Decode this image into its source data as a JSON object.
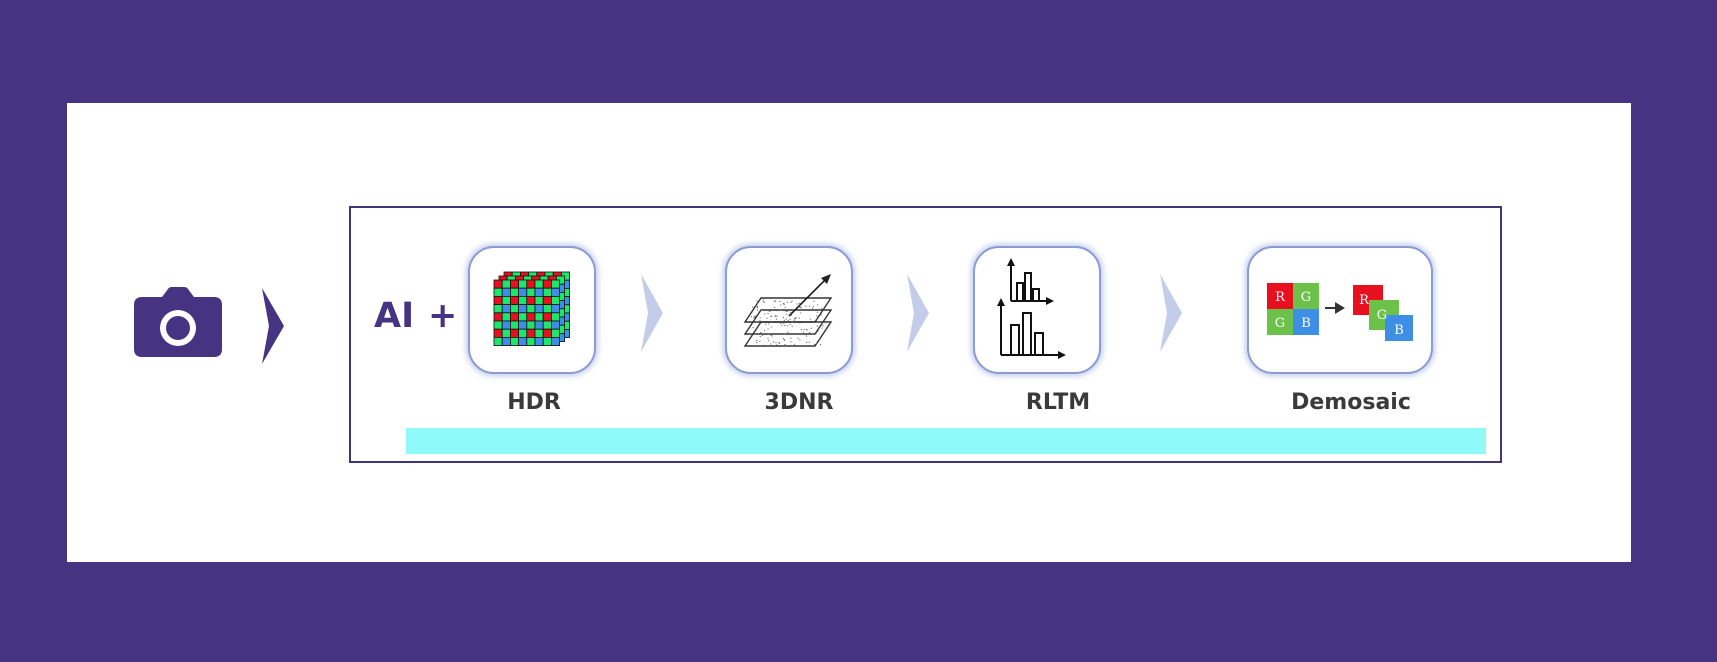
{
  "diagram": {
    "prefix_text": "AI",
    "plus_text": "+",
    "steps": [
      {
        "label": "HDR"
      },
      {
        "label": "3DNR"
      },
      {
        "label": "RLTM"
      },
      {
        "label": "Demosaic"
      }
    ],
    "demosaic_letters": {
      "r": "R",
      "g1": "G",
      "g2": "G",
      "b": "B",
      "r2": "R",
      "g3": "G",
      "b2": "B"
    }
  },
  "colors": {
    "background": "#463382",
    "frame_border": "#3f3678",
    "chevron": "#c3cde9",
    "accent_bar": "#8ffaf9",
    "bayer_red": "#e8101e",
    "bayer_green": "#6cc14b",
    "bayer_blue": "#3d8fe6"
  },
  "icons": [
    "camera-icon",
    "chevron-right-icon",
    "hdr-grid-icon",
    "noise-layers-icon",
    "histogram-icon",
    "demosaic-icon"
  ]
}
